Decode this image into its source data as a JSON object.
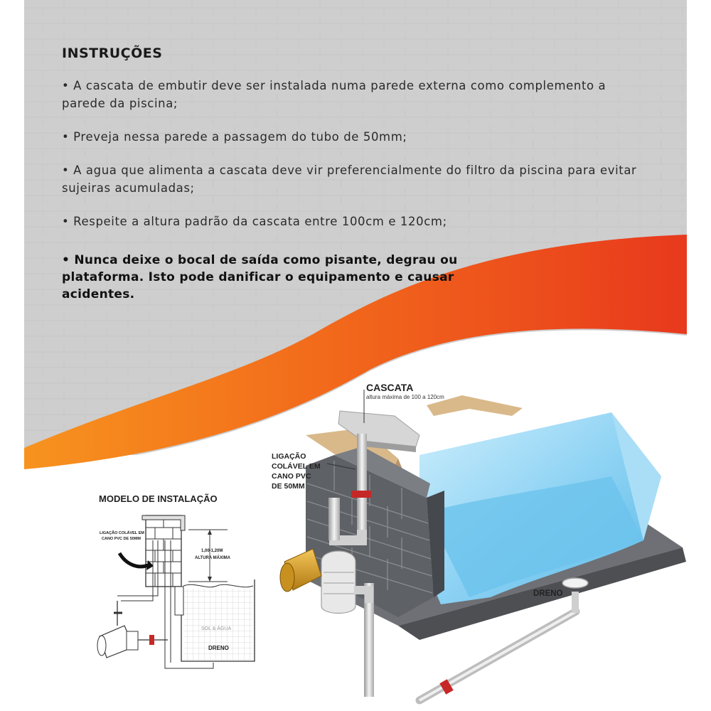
{
  "instructions": {
    "title": "INSTRUÇÕES",
    "item1": "• A cascata de embutir deve ser instalada numa parede externa como complemento a parede da piscina;",
    "item2": "• Preveja nessa parede a passagem do tubo de 50mm;",
    "item3": "• A agua que alimenta a cascata deve vir preferencialmente do filtro da piscina para evitar sujeiras acumuladas;",
    "item4": "• Respeite a altura padrão da cascata entre 100cm e 120cm;",
    "warning": "• Nunca deixe o bocal de saída como pisante, degrau ou plataforma. Isto pode danificar o equipamento e causar acidentes."
  },
  "main_diagram": {
    "cascata_title": "CASCATA",
    "cascata_sub": "altura máxima de 100 a 120cm",
    "ligacao_line1": "LIGAÇÃO",
    "ligacao_line2": "COLÁVEL EM",
    "ligacao_line3": "CANO PVC",
    "ligacao_line4": "DE 50MM",
    "dreno": "DRENO"
  },
  "install_model": {
    "title": "MODELO DE INSTALAÇÃO",
    "ligacao_line1": "LIGAÇÃO COLÁVEL EM",
    "ligacao_line2": "CANO PVC DE 50MM",
    "height_line1": "1,00-1,20M",
    "height_line2": "ALTURA MÁXIMA",
    "watermark": "SOL & ÁGUA",
    "dreno": "DRENO"
  },
  "colors": {
    "backdrop_gray": "#cfcfcf",
    "wave_orange": "#f26a1b",
    "wave_red": "#e8391d",
    "pool_water": "#8fd3f4",
    "block_gray": "#5e6166"
  }
}
